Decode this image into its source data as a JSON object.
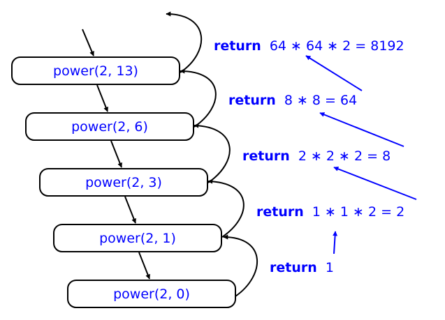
{
  "calls": [
    {
      "label": "power(2, 13)"
    },
    {
      "label": "power(2, 6)"
    },
    {
      "label": "power(2, 3)"
    },
    {
      "label": "power(2, 1)"
    },
    {
      "label": "power(2, 0)"
    }
  ],
  "returns": [
    {
      "keyword": "return",
      "expr": "64 ∗ 64 ∗ 2 = 8192"
    },
    {
      "keyword": "return",
      "expr": "8 ∗ 8 = 64"
    },
    {
      "keyword": "return",
      "expr": "2 ∗ 2 ∗ 2 = 8"
    },
    {
      "keyword": "return",
      "expr": "1 ∗ 1 ∗ 2 = 2"
    },
    {
      "keyword": "return",
      "expr": "1"
    }
  ],
  "colors": {
    "text": "#0000ff",
    "call_arrows": "#000000",
    "return_arrows": "#0000ff"
  }
}
